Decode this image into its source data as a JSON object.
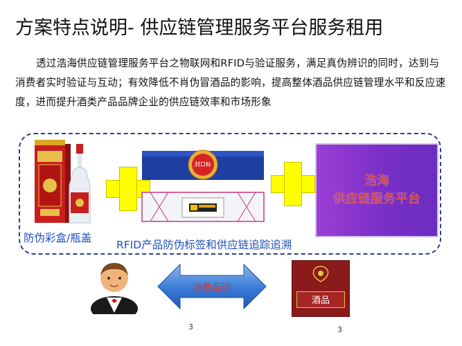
{
  "slide": {
    "title": "方案特点说明- 供应链管理服务平台服务租用",
    "paragraph": "透过浩海供应链管理服务平台之物联网和RFID与验证服务，满足真伪辨识的同时，达到与消费者实时验证与互动；有效降低不肖伪冒酒品的影响，提高整体酒品供应链管理水平和反应速度，进而提升酒类产品品牌企业的供应链效率和市场形象",
    "label_packaging": "防伪彩盒/瓶盖",
    "label_rfid": "RFID产品防伪标签和供应链追踪追溯",
    "seal_label": "封口标",
    "platform_line1": "浩海",
    "platform_line2": "供应链服务平台",
    "interaction_label": "消费互动",
    "wine_label": "酒品",
    "page_number_left": "3",
    "page_number_right": "3"
  },
  "colors": {
    "dashed_border": "#2b3f8e",
    "plus": "#ffff00",
    "platform_bg": "#7a2fc7",
    "platform_text": "#e0452f",
    "label_blue": "#1f4fb8",
    "arrow_blue": "#2f6ed0",
    "wine_box": "#8b1a1a"
  },
  "icons": {
    "product": "baijiu-box-and-bottle-icon",
    "seal": "rfid-seal-tag-icon",
    "consumer": "consumer-avatar-icon",
    "arrow": "double-arrow-icon",
    "wine": "wine-box-icon"
  }
}
